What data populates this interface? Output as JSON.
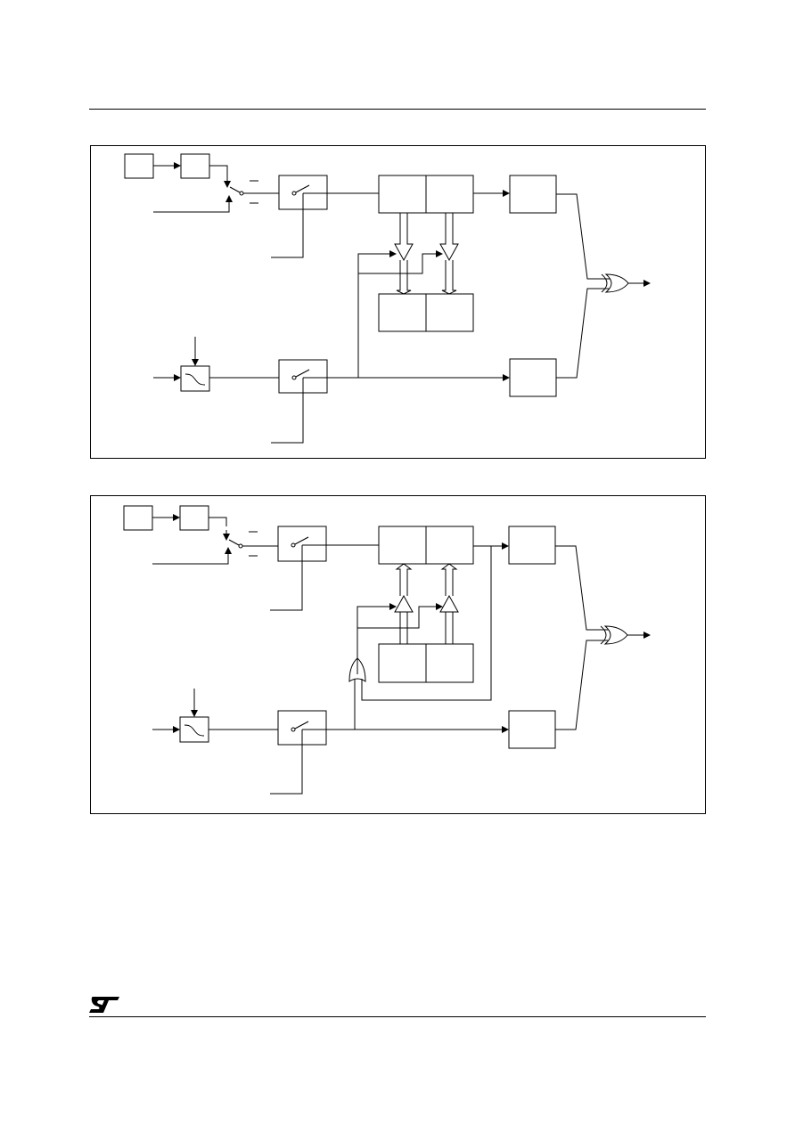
{
  "page": {
    "logo": {
      "icon": "st-logo-icon",
      "text": "ST"
    }
  },
  "figures": [
    {
      "id": "figure-1",
      "description_labels": []
    },
    {
      "id": "figure-2",
      "description_labels": []
    }
  ]
}
